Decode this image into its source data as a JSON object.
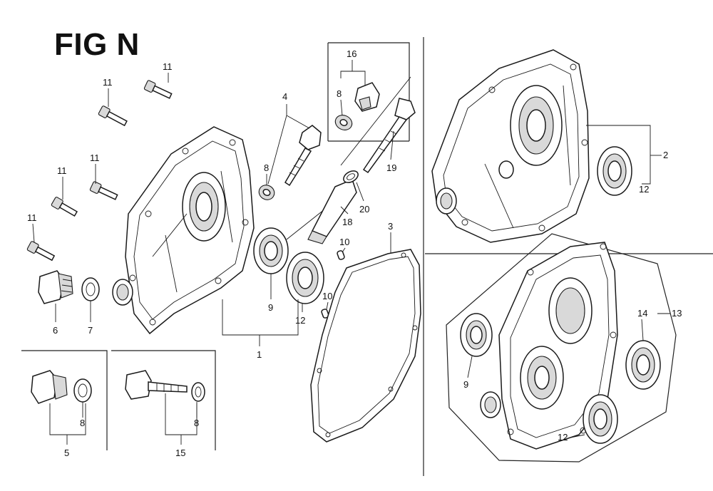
{
  "title": "FIG N",
  "callouts": {
    "c1": "1",
    "c2": "2",
    "c3": "3",
    "c4": "4",
    "c5": "5",
    "c6": "6",
    "c7": "7",
    "c8a": "8",
    "c8b": "8",
    "c8c": "8",
    "c8d": "8",
    "c9a": "9",
    "c9b": "9",
    "c10a": "10",
    "c10b": "10",
    "c11a": "11",
    "c11b": "11",
    "c11c": "11",
    "c11d": "11",
    "c11e": "11",
    "c12a": "12",
    "c12b": "12",
    "c12c": "12",
    "c13": "13",
    "c14": "14",
    "c15": "15",
    "c16": "16",
    "c18": "18",
    "c19": "19",
    "c20": "20"
  }
}
